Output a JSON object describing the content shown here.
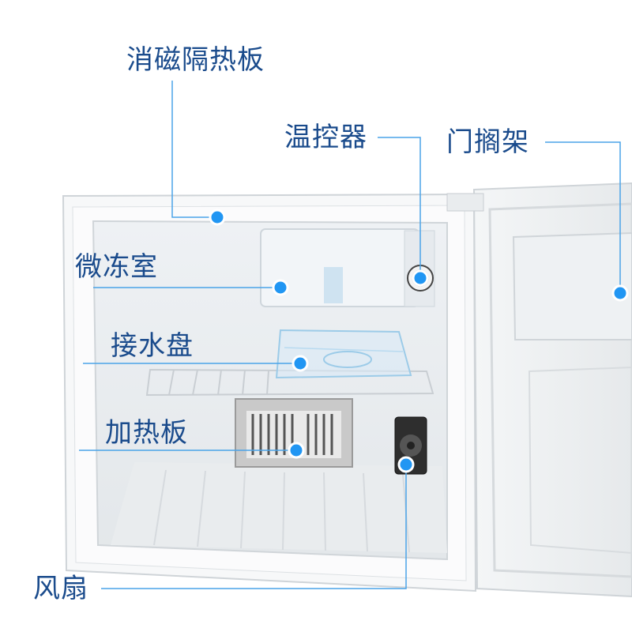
{
  "accent_color": "#2196f3",
  "line_color": "#4aa3e8",
  "text_color": "#1a4b8c",
  "labels": {
    "demagnetizing_panel": "消磁隔热板",
    "thermostat": "温控器",
    "door_rack": "门搁架",
    "mini_freezer": "微冻室",
    "drip_tray": "接水盘",
    "heating_plate": "加热板",
    "fan": "风扇"
  }
}
